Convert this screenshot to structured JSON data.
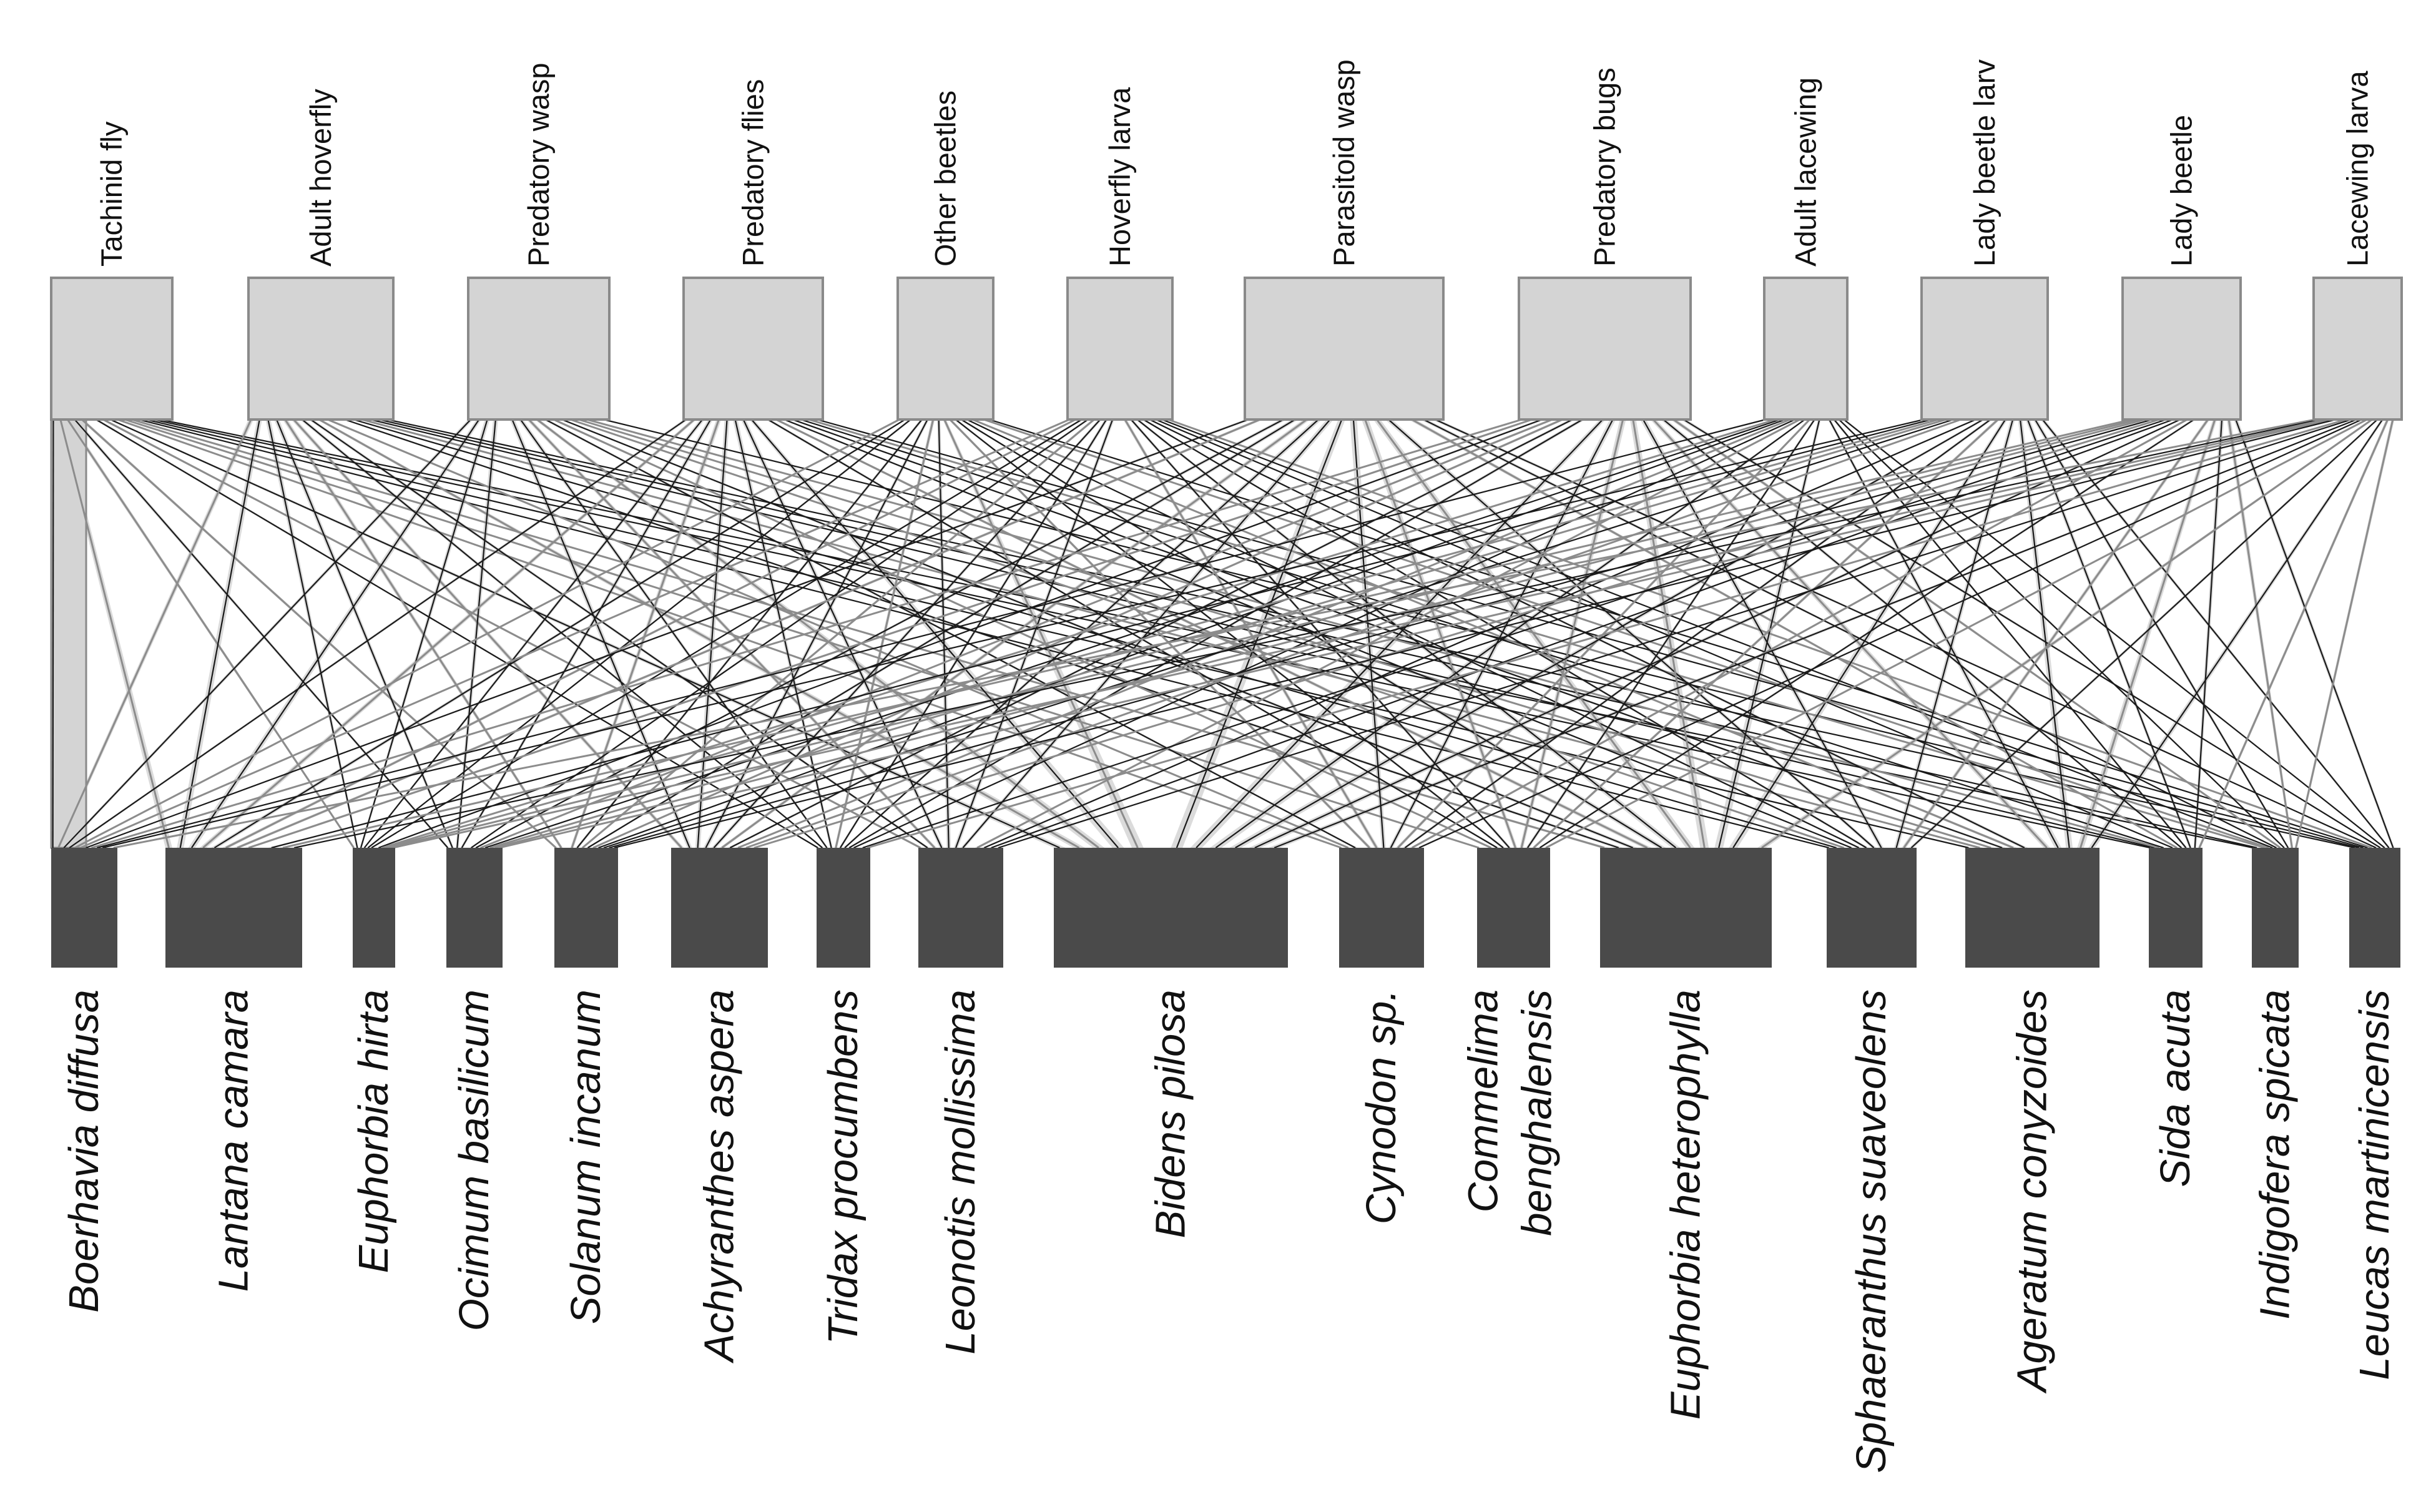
{
  "colors": {
    "background": "#ffffff",
    "top_box_fill": "#d4d4d4",
    "top_box_stroke": "#8a8a8a",
    "bottom_box_fill": "#4a4a4a",
    "interaction_band_fill": "#bdbdbd",
    "interaction_line": "#1a1a1a",
    "interaction_line_light": "#8c8c8c",
    "label_text": "#111111"
  },
  "web": {
    "type": "bipartite-interaction-web",
    "top_level_title": "",
    "bottom_level_title": "",
    "top_nodes": [
      {
        "label": "Tachinid fly"
      },
      {
        "label": "Adult hoverfly"
      },
      {
        "label": "Predatory wasp"
      },
      {
        "label": "Predatory flies"
      },
      {
        "label": "Other  beetles"
      },
      {
        "label": "Hoverfly larva"
      },
      {
        "label": "Parasitoid wasp"
      },
      {
        "label": "Predatory bugs"
      },
      {
        "label": "Adult lacewing"
      },
      {
        "label": "Lady beetle larv"
      },
      {
        "label": "Lady beetle"
      },
      {
        "label": "Lacewing larva"
      }
    ],
    "bottom_nodes": [
      {
        "label": "Boerhavia diffusa"
      },
      {
        "label": "Lantana camara"
      },
      {
        "label": "Euphorbia hirta"
      },
      {
        "label": "Ocimum basilicum"
      },
      {
        "label": "Solanum incanum"
      },
      {
        "label": "Achyranthes aspera"
      },
      {
        "label": "Tridax procumbens"
      },
      {
        "label": "Leonotis mollissima"
      },
      {
        "label": "Bidens pilosa"
      },
      {
        "label": "Cynodon sp."
      },
      {
        "label_line1": "Commelima",
        "label_line2": "benghalensis"
      },
      {
        "label": "Euphorbia heterophylla"
      },
      {
        "label": "Sphaeranthus suaveolens"
      },
      {
        "label": "Ageratum conyzoides"
      },
      {
        "label": "Sida acuta"
      },
      {
        "label": "Indigofera spicata"
      },
      {
        "label": "Leucas martinicensis"
      }
    ]
  }
}
